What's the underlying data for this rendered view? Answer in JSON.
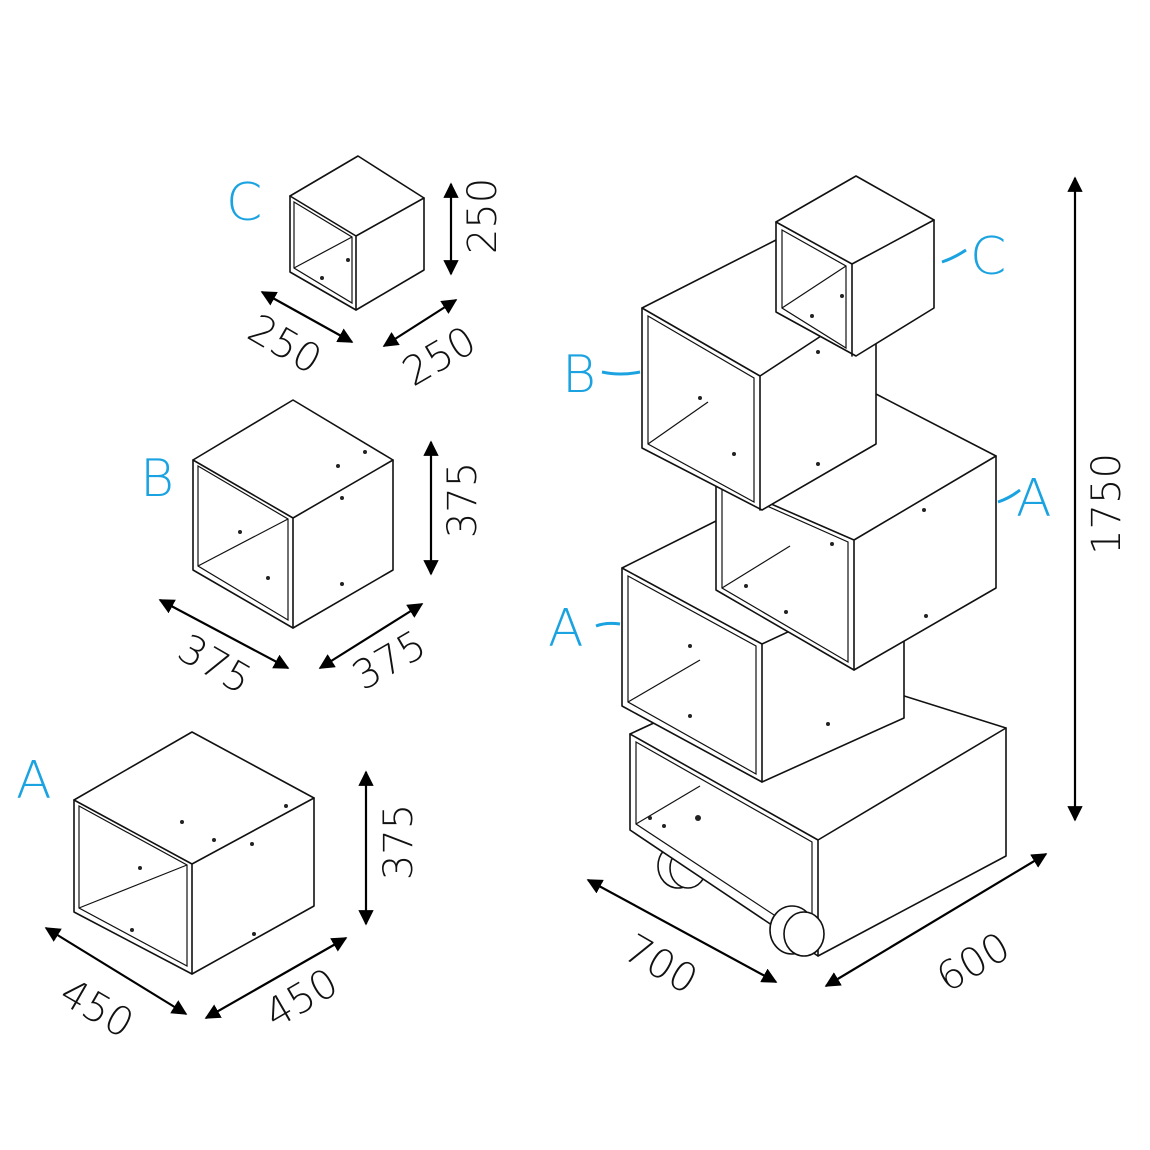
{
  "colors": {
    "label": "#1aa3e0",
    "line": "#111111",
    "background": "#ffffff"
  },
  "modules": {
    "c": {
      "label": "C",
      "height": "250",
      "depth": "250",
      "width": "250"
    },
    "b": {
      "label": "B",
      "height": "375",
      "depth": "375",
      "width": "375"
    },
    "a": {
      "label": "A",
      "height": "375",
      "depth": "450",
      "width": "450"
    }
  },
  "assembly": {
    "labels": {
      "c": "C",
      "b": "B",
      "a_upper": "A",
      "a_lower": "A"
    },
    "height": "1750",
    "depth": "700",
    "width": "600"
  }
}
